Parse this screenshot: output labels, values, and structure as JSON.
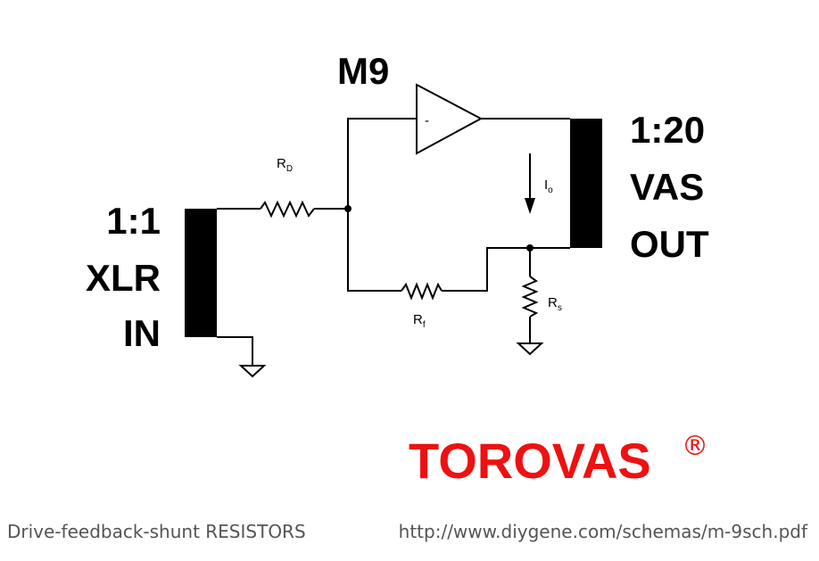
{
  "amplifier": {
    "label": "M9",
    "symbol": "-"
  },
  "input": {
    "ratio": "1:1",
    "type": "XLR",
    "direction": "IN"
  },
  "output": {
    "ratio": "1:20",
    "type": "VAS",
    "direction": "OUT"
  },
  "resistors": {
    "drive": {
      "symbol": "R",
      "sub": "D"
    },
    "feedback": {
      "symbol": "R",
      "sub": "f"
    },
    "shunt": {
      "symbol": "R",
      "sub": "s"
    }
  },
  "current": {
    "symbol": "I",
    "sub": "o"
  },
  "brand": {
    "name": "TOROVAS",
    "mark": "®",
    "color": "#ee1111"
  },
  "footer": {
    "caption": "Drive-feedback-shunt RESISTORS",
    "url": "http://www.diygene.com/schemas/m-9sch.pdf"
  }
}
